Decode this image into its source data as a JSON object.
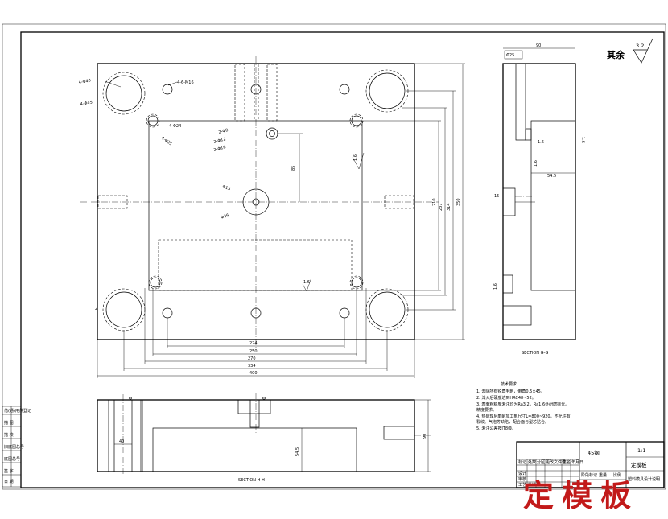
{
  "stamp_title": "定模板",
  "roughness": {
    "prefix": "其余",
    "value": "3.2"
  },
  "plan_view": {
    "annotations": {
      "bolt_holes_a": "4-Φ40",
      "bolt_holes_b": "4-Φ45",
      "screw_holes": "4-6-M16",
      "pin_holes_a": "4-Φ24",
      "pin_holes_b": "4-Φ35",
      "nozzle_a": "2-Φ8",
      "nozzle_b": "2-Φ12",
      "nozzle_c": "2-Φ16",
      "sprue_a": "Φ15",
      "sprue_b": "Φ36",
      "roughness_right": "1.6",
      "roughness_center": "1.6"
    },
    "dims": {
      "d85": "85",
      "d210": "210",
      "d237": "237",
      "d314": "314",
      "d350": "350",
      "d224": "224",
      "d250": "250",
      "d270": "270",
      "d334": "334",
      "d400": "400",
      "left_mark": "2"
    }
  },
  "section_gg": {
    "label": "SECTION G-G",
    "dims": {
      "top": "90",
      "e": "Φ25",
      "r": "1.6",
      "r2": "1.6",
      "w": "54.5",
      "h": "15",
      "vr": "1.6",
      "vr2": "1.6"
    }
  },
  "section_hh": {
    "label": "SECTION H-H",
    "dims": {
      "a": "Φ",
      "b": "Φ",
      "c": "40",
      "d": "54.5",
      "e": "90"
    }
  },
  "notes": {
    "title": "技术要求",
    "items": [
      "1. 去除所有锐角毛刺，倒角0.5×45。",
      "2. 淬火后硬度达到HRC48~52。",
      "3. 表面粗糙度未注均为Ra3.2，Ra1.6处研磨抛光。",
      "   精度要求。",
      "4. 热处理后磨削加工到尺寸L=800~920，不允许有",
      "   裂纹、气泡等缺陷，配合面与型芯贴合。",
      "5. 未注公差按IT8级。"
    ]
  },
  "title_block": {
    "material": "45钢",
    "scale": "1:1",
    "part_name": "定模板",
    "school": "塑料模具设计说明",
    "header_cells": [
      "标记",
      "处数",
      "分区",
      "更改文件号",
      "签名",
      "年月日"
    ],
    "row_labels": [
      "设计",
      "审核",
      "工艺",
      "批准"
    ],
    "right_cells": [
      "阶段标记",
      "重量",
      "比例"
    ]
  },
  "left_strip": {
    "labels": [
      "借(通)用件登记",
      "描 图",
      "描 校",
      "旧底图总号",
      "底图总号",
      "签 字",
      "日 期"
    ]
  }
}
